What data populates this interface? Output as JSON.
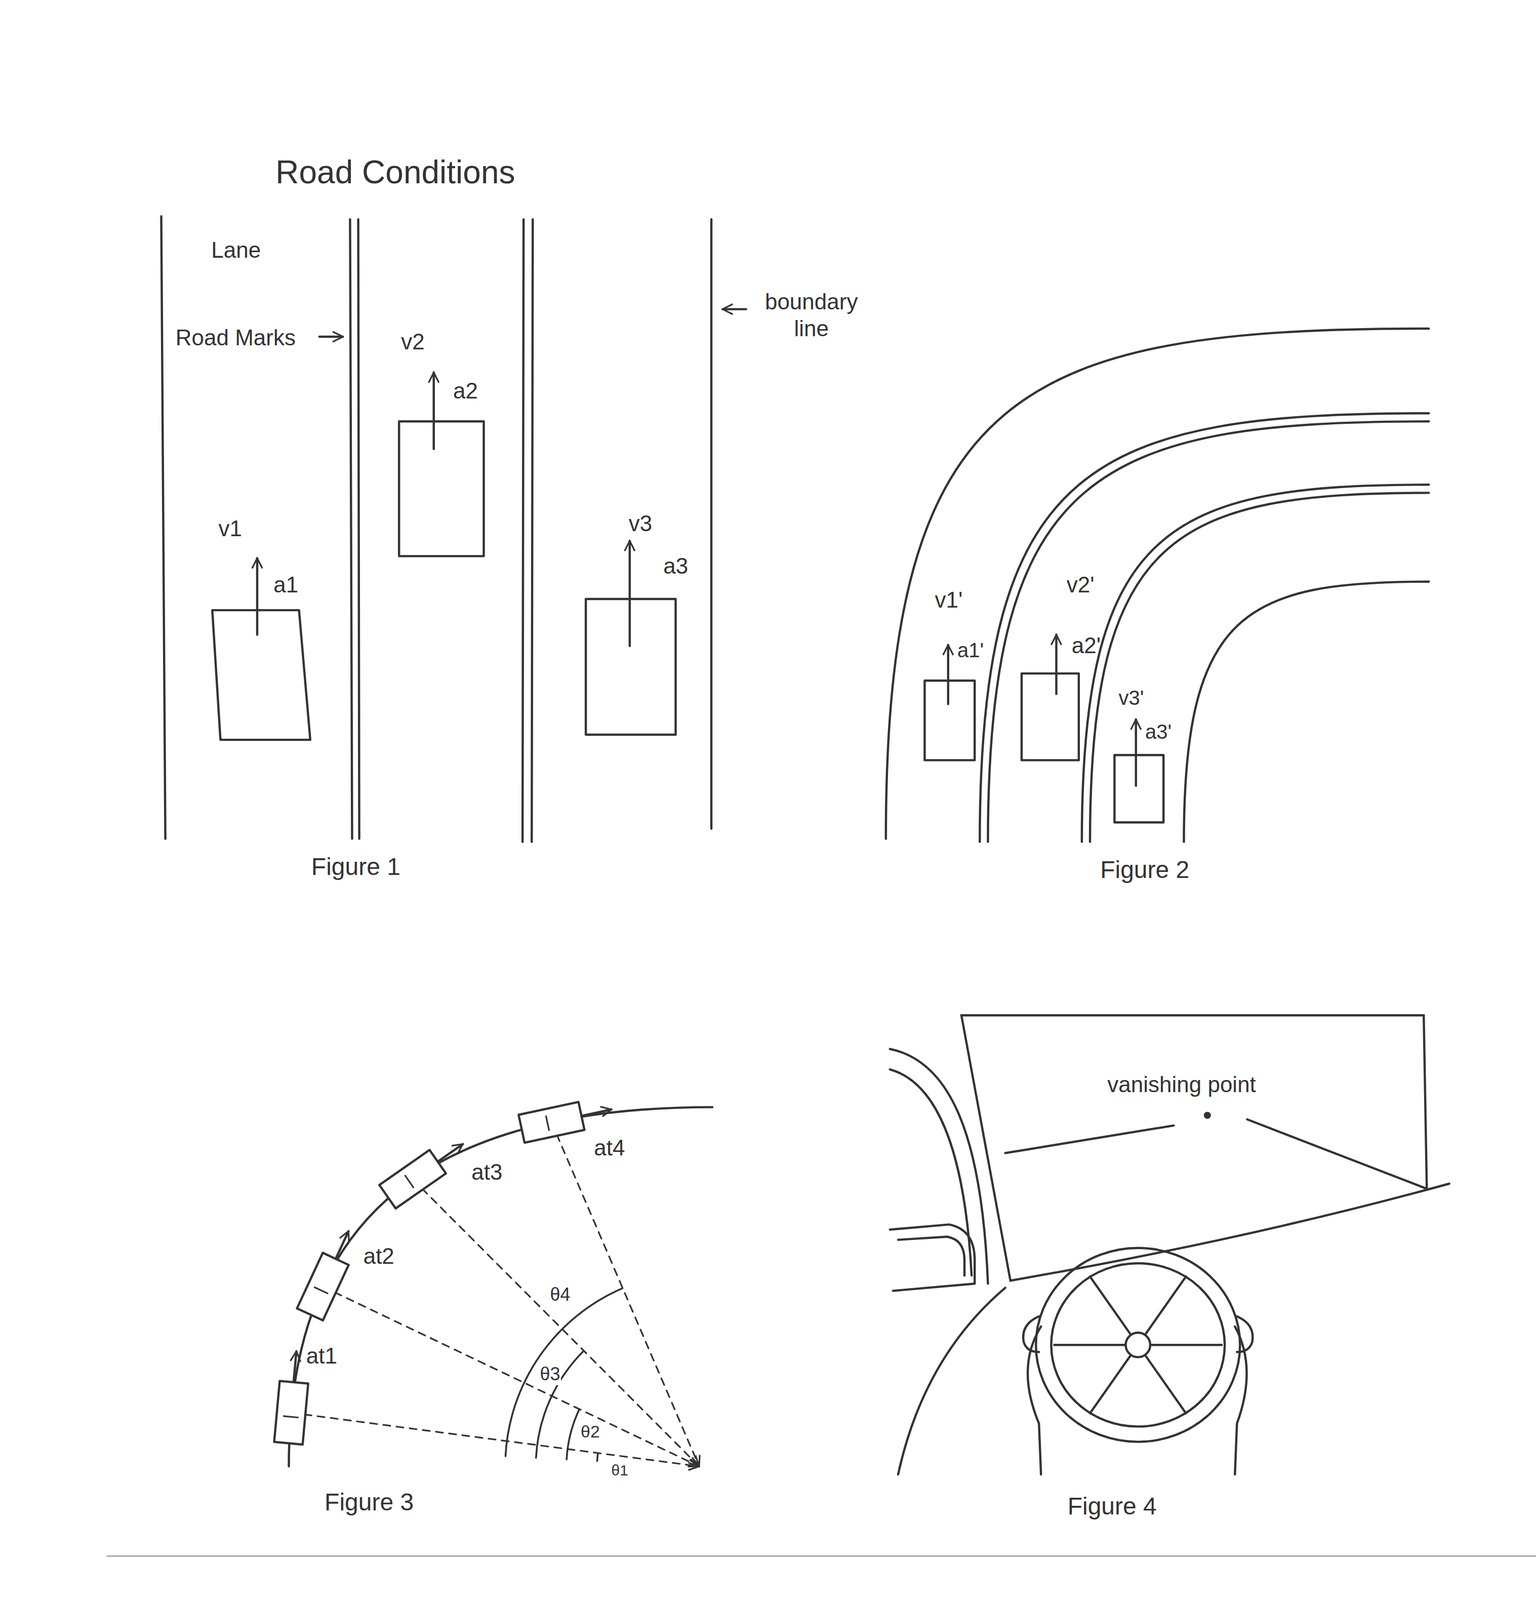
{
  "diagram": {
    "title": "Road Conditions",
    "labels": [
      "Lane",
      "Road Marks",
      "boundary line",
      "v1",
      "a1",
      "v2",
      "a2",
      "v3",
      "a3",
      "Figure 1",
      "v1'",
      "a1'",
      "v2'",
      "a2'",
      "v3'",
      "a3'",
      "Figure 2",
      "at1",
      "at2",
      "at3",
      "at4",
      "θ4",
      "θ3",
      "θ2",
      "θ1",
      "Figure 3",
      "vanishing point",
      "Figure 4"
    ]
  }
}
